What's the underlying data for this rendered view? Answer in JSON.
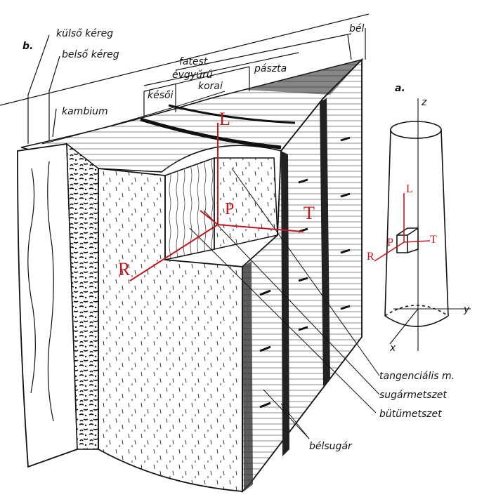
{
  "figure_b": {
    "letter": "b.",
    "labels": {
      "kulso_kereg": "külső kéreg",
      "belso_kereg": "belső kéreg",
      "kambium": "kambium",
      "fatest": "fatest",
      "evgyuru": "évgyűrű",
      "koraí_label": "korai",
      "keso": "késői",
      "paszta": "pászta",
      "bel": "bél",
      "tangencialis": "tangenciális m.",
      "sugarmetszet": "sugármetszet",
      "butumetszet": "bütümetszet",
      "belsugar": "bélsugár"
    },
    "axes": {
      "L": "L",
      "P": "P",
      "T": "T",
      "R": "R"
    }
  },
  "figure_a": {
    "letter": "a.",
    "coord_axes": {
      "z": "z",
      "y": "y",
      "x": "x"
    },
    "axes": {
      "L": "L",
      "P": "P",
      "T": "T",
      "R": "R"
    }
  },
  "colors": {
    "ink": "#111111",
    "axis_red": "#c0161c"
  }
}
